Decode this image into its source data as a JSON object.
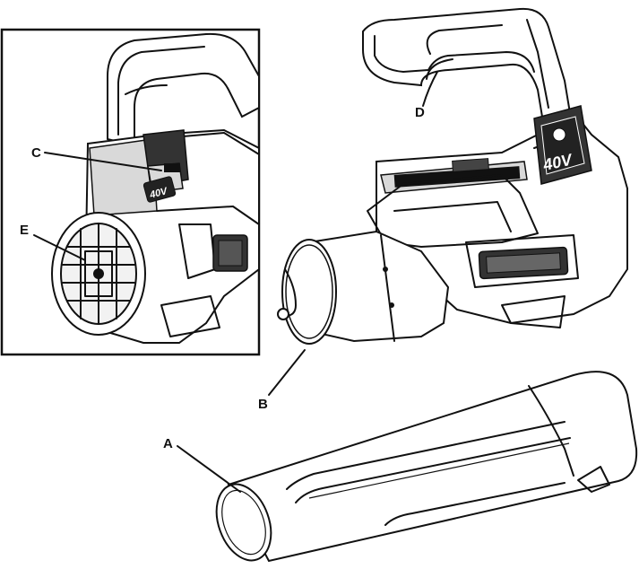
{
  "callouts": {
    "a": "A",
    "b": "B",
    "c": "C",
    "d": "D",
    "e": "E"
  },
  "badge": {
    "voltage": "40V"
  }
}
